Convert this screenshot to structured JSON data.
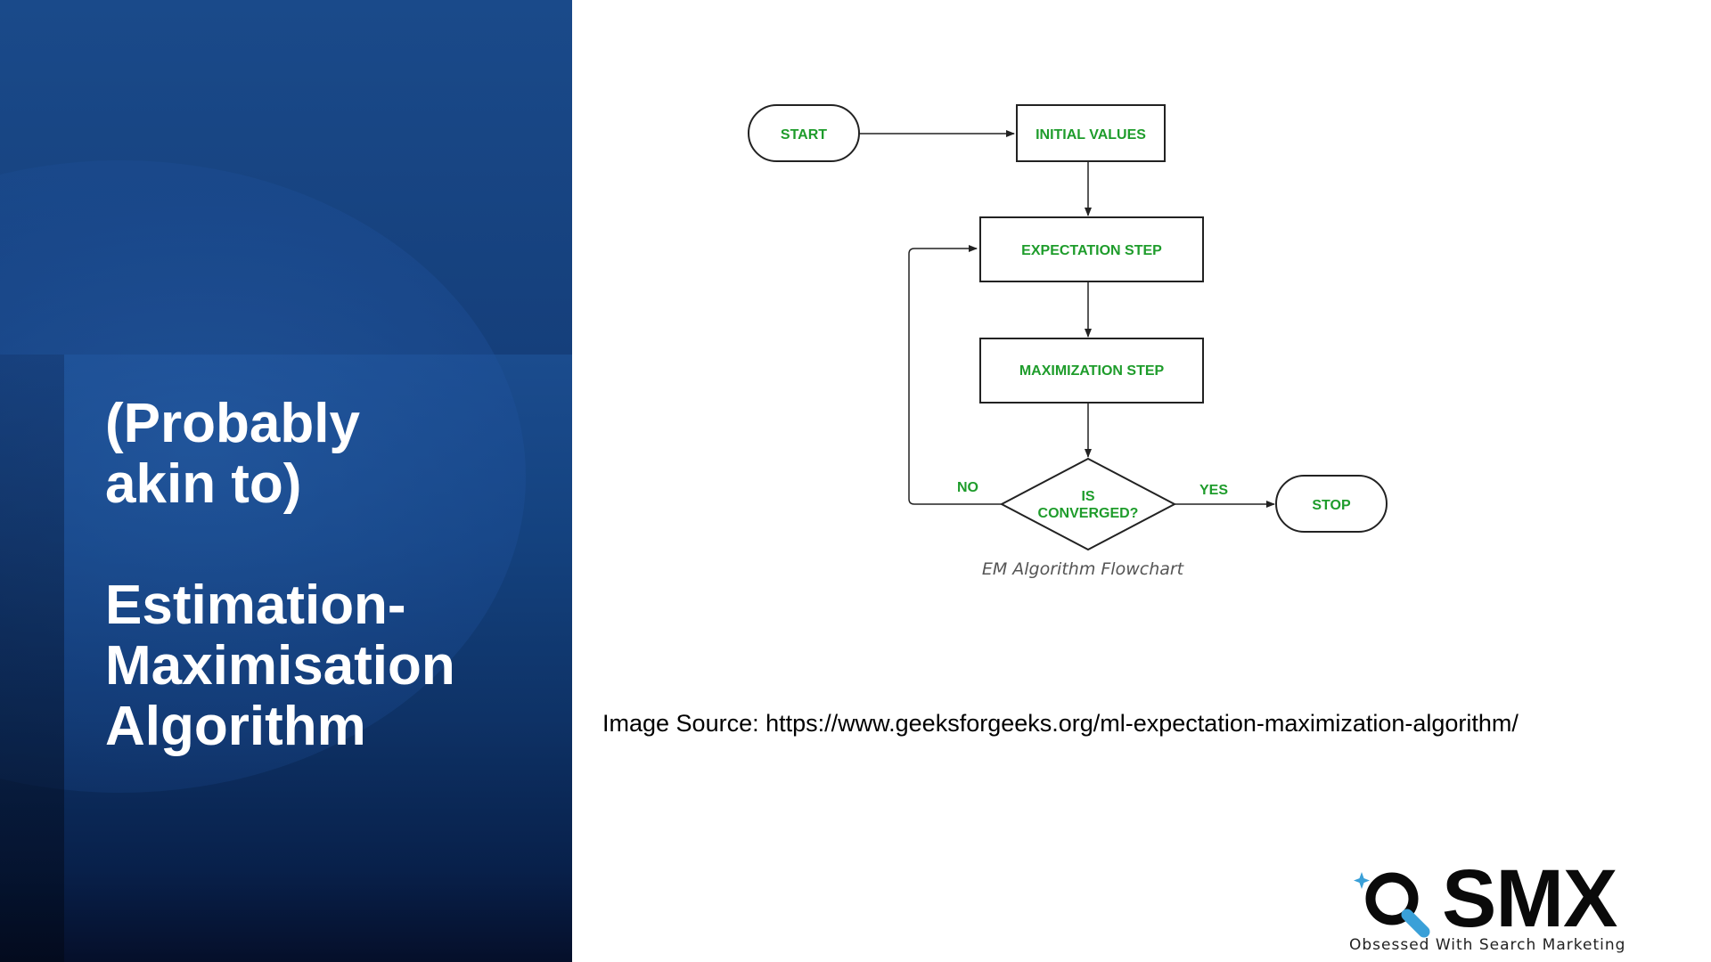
{
  "slide": {
    "title_lines_1": [
      "(Probably",
      "akin to)"
    ],
    "title_lines_2": [
      "Estimation-",
      "Maximisation",
      "Algorithm"
    ]
  },
  "diagram": {
    "nodes": {
      "start": "START",
      "initial_values": "INITIAL VALUES",
      "expectation": "EXPECTATION STEP",
      "maximization": "MAXIMIZATION STEP",
      "converged_line1": "IS",
      "converged_line2": "CONVERGED?",
      "stop": "STOP"
    },
    "edge_labels": {
      "no": "NO",
      "yes": "YES"
    },
    "caption": "EM Algorithm Flowchart"
  },
  "source": {
    "text": "Image Source: https://www.geeksforgeeks.org/ml-expectation-maximization-algorithm/"
  },
  "logo": {
    "wordmark": "SMX",
    "tagline": "Obsessed With Search Marketing",
    "icon": "magnifier-icon",
    "colors": {
      "ring": "#0a0a0a",
      "handle": "#3aa0d8",
      "sparkle": "#3aa0d8"
    }
  },
  "colors": {
    "panel": "#14417f",
    "node_text": "#1e9c2b",
    "stroke": "#222222"
  }
}
